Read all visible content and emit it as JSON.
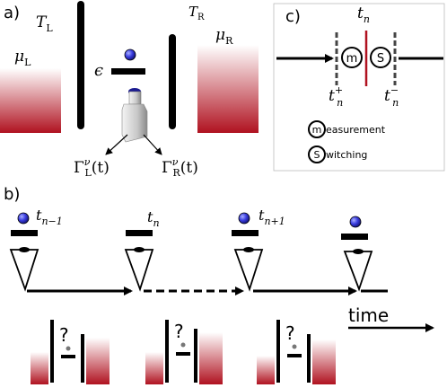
{
  "panel_a": {
    "label": "a)",
    "temp_left": "T",
    "temp_left_sub": "L",
    "temp_right": "T",
    "temp_right_sub": "R",
    "mu_left": "μ",
    "mu_left_sub": "L",
    "mu_right": "μ",
    "mu_right_sub": "R",
    "epsilon": "ϵ",
    "gamma_left": "Γ",
    "gamma_left_sup": "ν",
    "gamma_left_sub": "L",
    "gamma_left_arg": "(t)",
    "gamma_right": "Γ",
    "gamma_right_sup": "ν",
    "gamma_right_sub": "R",
    "gamma_right_arg": "(t)"
  },
  "panel_b": {
    "label": "b)",
    "steps": [
      {
        "t": "t",
        "sub": "n−1"
      },
      {
        "t": "t",
        "sub": "n"
      },
      {
        "t": "t",
        "sub": "n+1"
      }
    ],
    "question_mark": "?",
    "time_label": "time"
  },
  "panel_c": {
    "label": "c)",
    "t_n": "t",
    "t_n_sub": "n",
    "t_plus": "t",
    "t_plus_sup": "+",
    "t_plus_sub": "n",
    "t_minus": "t",
    "t_minus_sup": "−",
    "t_minus_sub": "n",
    "m_letter": "m",
    "s_letter": "S",
    "m_legend_letter": "m",
    "s_legend_letter": "S",
    "m_legend_text": "easurement",
    "s_legend_text": "witching"
  },
  "colors": {
    "reservoir_top": "#ffffff",
    "reservoir_bottom": "#b01220",
    "dot": "#3b3ee0",
    "line": "#000000"
  }
}
